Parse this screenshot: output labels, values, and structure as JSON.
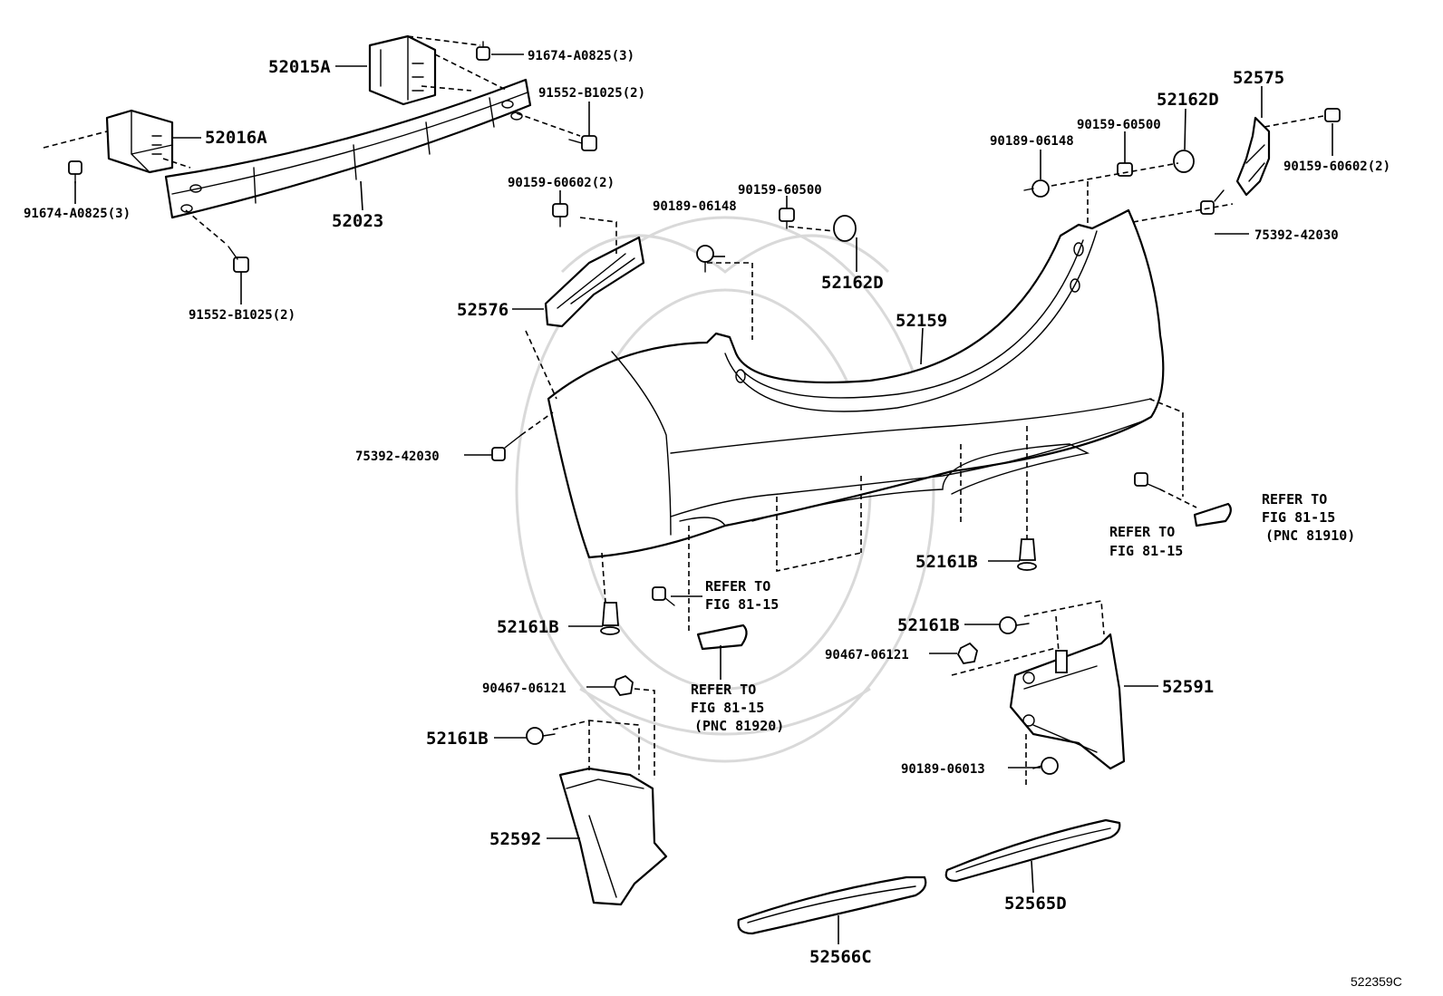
{
  "labels": {
    "p52015A": "52015A",
    "p52016A": "52016A",
    "p52023": "52023",
    "p91674a": "91674-A0825(3)",
    "p91674b": "91674-A0825(3)",
    "p91552a": "91552-B1025(2)",
    "p91552b": "91552-B1025(2)",
    "p90159_602a": "90159-60602(2)",
    "p90159_602b": "90159-60602(2)",
    "p52576": "52576",
    "p90189_148a": "90189-06148",
    "p90159_500a": "90159-60500",
    "p52162Da": "52162D",
    "p52159": "52159",
    "p90189_148b": "90189-06148",
    "p90159_500b": "90159-60500",
    "p52162Db": "52162D",
    "p52575": "52575",
    "p75392a": "75392-42030",
    "p75392b": "75392-42030",
    "p52161Ba": "52161B",
    "p52161Bb": "52161B",
    "p52161Bc": "52161B",
    "p52161Bd": "52161B",
    "p90467a": "90467-06121",
    "p90467b": "90467-06121",
    "p52592": "52592",
    "p52591": "52591",
    "p90189_013": "90189-06013",
    "p52566C": "52566C",
    "p52565D": "52565D"
  },
  "refs": {
    "r1_l1": "REFER TO",
    "r1_l2": "FIG 81-15",
    "r2_l1": "REFER TO",
    "r2_l2": "FIG 81-15",
    "r2_l3": "(PNC 81920)",
    "r3_l1": "REFER TO",
    "r3_l2": "FIG 81-15",
    "r4_l1": "REFER TO",
    "r4_l2": "FIG 81-15",
    "r4_l3": "(PNC 81910)"
  },
  "diagram_code": "522359C"
}
